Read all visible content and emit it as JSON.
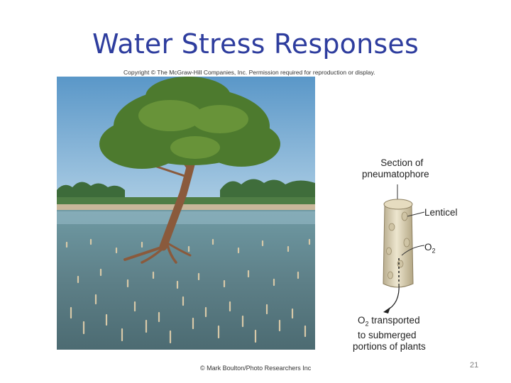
{
  "slide": {
    "title": "Water Stress Responses",
    "copyright": "Copyright © The McGraw-Hill Companies, Inc. Permission required for reproduction or display.",
    "photo_credit": "© Mark Boulton/Photo Researchers Inc",
    "page_number": "21"
  },
  "figure": {
    "section_label_line1": "Section of",
    "section_label_line2": "pneumatophore",
    "lenticel_label": "Lenticel",
    "o2_label": "O",
    "o2_sub": "2",
    "transport_o": "O",
    "transport_sub": "2",
    "transport_line1": " transported",
    "transport_line2": "to submerged",
    "transport_line3": "portions of plants"
  }
}
